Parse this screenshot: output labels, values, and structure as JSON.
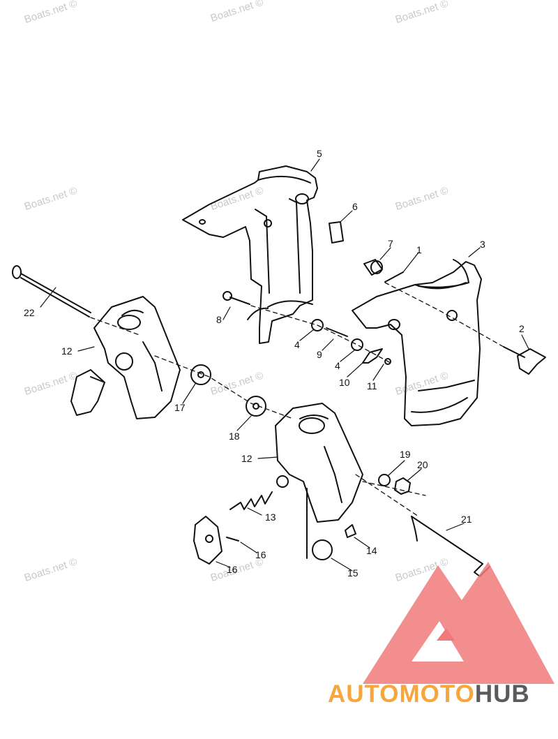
{
  "watermark": "Boats.net ©",
  "callouts": [
    "1",
    "2",
    "3",
    "4",
    "4",
    "5",
    "6",
    "7",
    "8",
    "9",
    "10",
    "11",
    "12",
    "12",
    "13",
    "14",
    "15",
    "16",
    "16",
    "17",
    "18",
    "19",
    "20",
    "21",
    "22"
  ],
  "logo": {
    "text_part1": "AUTOMOTO",
    "text_part2": "HUB",
    "colors": {
      "triangle": "#f07a7a",
      "text1": "#f6a63a",
      "text2": "#5b5b5b"
    }
  },
  "colors": {
    "line": "#111111",
    "watermark": "#c9c9c9",
    "background": "#ffffff"
  }
}
